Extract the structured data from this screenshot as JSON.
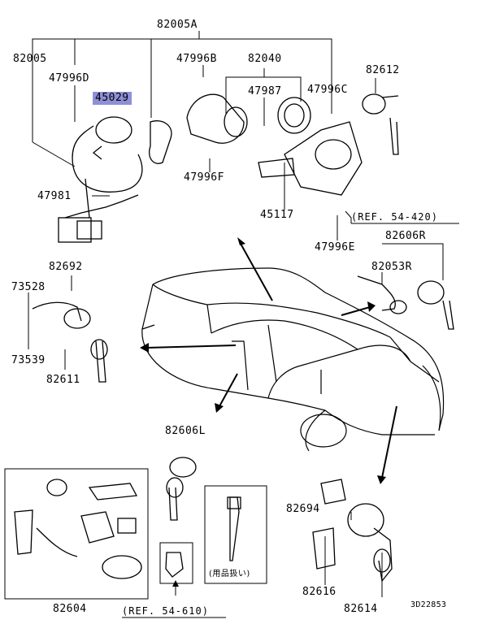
{
  "parts": {
    "p82005A": "82005A",
    "p82005": "82005",
    "p47996D": "47996D",
    "p47996B": "47996B",
    "p82040": "82040",
    "p47987": "47987",
    "p47996C": "47996C",
    "p82612": "82612",
    "p45029": "45029",
    "p47996F": "47996F",
    "p47981": "47981",
    "p45117": "45117",
    "p47996E": "47996E",
    "p82606R": "82606R",
    "p82053R": "82053R",
    "p82692": "82692",
    "p73528": "73528",
    "p73539": "73539",
    "p82611": "82611",
    "p82606L": "82606L",
    "p82604": "82604",
    "p82694": "82694",
    "p82616": "82616",
    "p82614": "82614"
  },
  "refs": {
    "ref_54_420": "(REF. 54-420)",
    "ref_54_610": "(REF. 54-610)"
  },
  "notes": {
    "accessory_jp": "(用品扱い)",
    "diagram_code": "3D22853"
  },
  "colors": {
    "highlight": "#8f8fd8",
    "ink": "#000000"
  }
}
